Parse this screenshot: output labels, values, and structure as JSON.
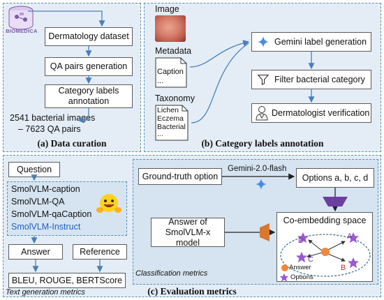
{
  "panel_a": {
    "logo_text": "BIOMEDICA",
    "steps": [
      "Dermatology dataset",
      "QA pairs generation",
      "Category labels annotation"
    ],
    "result_line1": "2541 bacterial images",
    "result_line2": "– 7623 QA pairs",
    "caption": "(a) Data curation"
  },
  "panel_b": {
    "image_label": "Image",
    "metadata_label": "Metadata",
    "metadata_doc": [
      "Caption",
      "..."
    ],
    "taxonomy_label": "Taxonomy",
    "taxonomy_doc": [
      "Lichen",
      "Eczema",
      "Bacterial",
      "..."
    ],
    "gemini_step": "Gemini label generation",
    "filter_step": "Filter bacterial category",
    "verify_step": "Dermatologist verification",
    "caption": "(b) Category labels annotation"
  },
  "panel_c": {
    "question": "Question",
    "models": [
      "SmolVLM-caption",
      "SmolVLM-QA",
      "SmolVLM-qaCaption",
      "SmolVLM-Instruct"
    ],
    "answer": "Answer",
    "reference": "Reference",
    "metrics": "BLEU, ROUGE, BERTScore",
    "text_gen_label": "Text generation metrics",
    "ground_truth": "Ground-truth option",
    "gemini_flash": "Gemini-2.0-flash",
    "options": "Options a, b, c, d",
    "answer_of_model": "Answer of SmolVLM-x model",
    "coembedding": "Co-embedding space",
    "classification_label": "Classification metrics",
    "legend_answer": "Answer",
    "legend_options": "Options",
    "point_labels": [
      "D",
      "C",
      "A",
      "B"
    ],
    "caption": "(c) Evaluation metrics"
  },
  "colors": {
    "panel_bg": "#e4edf6",
    "panel_border": "#5a8fb0",
    "arrow": "#4a7fb5",
    "instruct_text": "#1f5fbf",
    "star": "#9b59d0",
    "answer_dot": "#f0883e",
    "trapezoid_purple": "#6b3fa0",
    "trapezoid_orange": "#d9772e",
    "label_red": "#c0392b"
  },
  "icons": [
    "database-icon",
    "sparkle-icon",
    "filter-icon",
    "doctor-icon",
    "skin-image",
    "hugging-face-icon"
  ]
}
